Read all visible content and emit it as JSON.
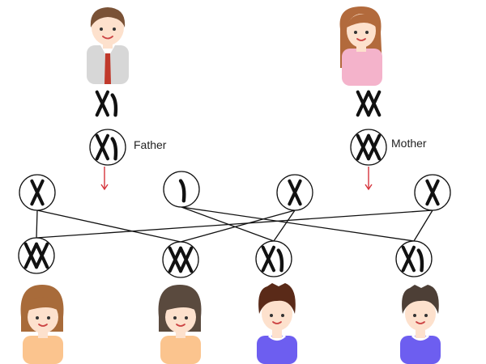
{
  "labels": {
    "father": "Father",
    "mother": "Mother"
  },
  "colors": {
    "chromosome": "#111111",
    "arrow": "#d5343c",
    "line": "#111111",
    "skin": "#fde1cd",
    "father_shirt": "#d7d7d7",
    "father_tie": "#c0392b",
    "father_hair": "#7a5236",
    "mother_shirt": "#f4b3cb",
    "mother_hair": "#b26a3c",
    "girl_shirt": "#fbc48e",
    "girl1_hair": "#a86b3a",
    "girl2_hair": "#5a4a3e",
    "boy_shirt": "#6d5ef0",
    "boy1_hair": "#5a2a18",
    "boy2_hair": "#4d3f36"
  },
  "diagram": {
    "parents": [
      {
        "role": "father",
        "chromosomes": [
          "X",
          "Y"
        ],
        "icon": "father-figure-icon"
      },
      {
        "role": "mother",
        "chromosomes": [
          "X",
          "X"
        ],
        "icon": "mother-figure-icon"
      }
    ],
    "gametes": [
      {
        "id": "g1",
        "from": "father",
        "chromosome": "X"
      },
      {
        "id": "g2",
        "from": "father",
        "chromosome": "Y"
      },
      {
        "id": "g3",
        "from": "mother",
        "chromosome": "X"
      },
      {
        "id": "g4",
        "from": "mother",
        "chromosome": "X"
      }
    ],
    "offspring": [
      {
        "id": "c1",
        "chromosomes": [
          "X",
          "X"
        ],
        "icon": "girl-figure-icon",
        "parents": [
          "g1",
          "g4"
        ]
      },
      {
        "id": "c2",
        "chromosomes": [
          "X",
          "X"
        ],
        "icon": "girl-figure-icon",
        "parents": [
          "g1",
          "g3"
        ]
      },
      {
        "id": "c3",
        "chromosomes": [
          "X",
          "Y"
        ],
        "icon": "boy-figure-icon",
        "parents": [
          "g2",
          "g3"
        ]
      },
      {
        "id": "c4",
        "chromosomes": [
          "X",
          "Y"
        ],
        "icon": "boy-figure-icon",
        "parents": [
          "g2",
          "g4"
        ]
      }
    ]
  }
}
